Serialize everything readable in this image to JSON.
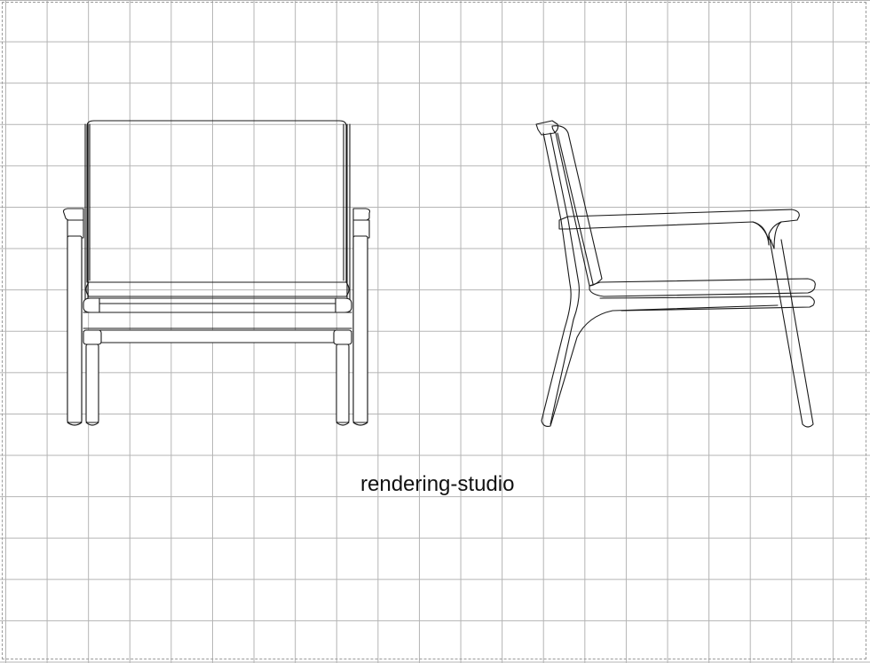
{
  "watermark": {
    "text": "rendering-studio"
  },
  "views": [
    {
      "id": "front",
      "label": ""
    },
    {
      "id": "side",
      "label": ""
    }
  ],
  "colors": {
    "background": "#ffffff",
    "grid": "#b4b4b4",
    "stroke": "#1a1a1a",
    "frame": "#9a9a9a"
  }
}
